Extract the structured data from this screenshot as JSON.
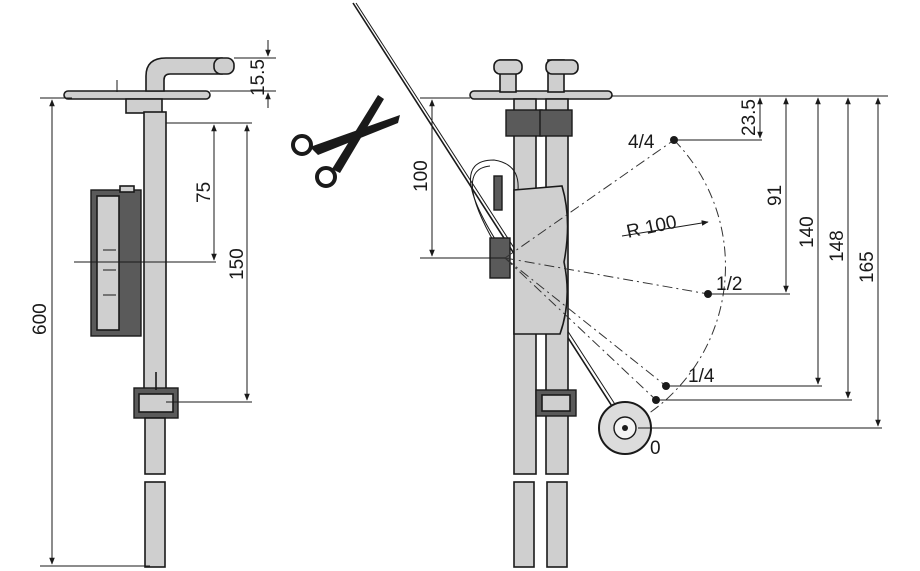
{
  "left_view": {
    "dims": {
      "flange_height": "15.5",
      "unit_offset": "75",
      "unit_span": "150",
      "total_length": "600"
    }
  },
  "right_view": {
    "dims": {
      "arm_offset": "100",
      "d_full": "23.5",
      "d_half": "91",
      "d_quarter": "140",
      "d_low": "148",
      "d_empty": "165"
    },
    "radius_label": "R 100",
    "positions": {
      "full": "4/4",
      "half": "1/2",
      "quarter": "1/4",
      "empty": "0"
    }
  },
  "icons": {
    "cut": "scissors-icon"
  }
}
